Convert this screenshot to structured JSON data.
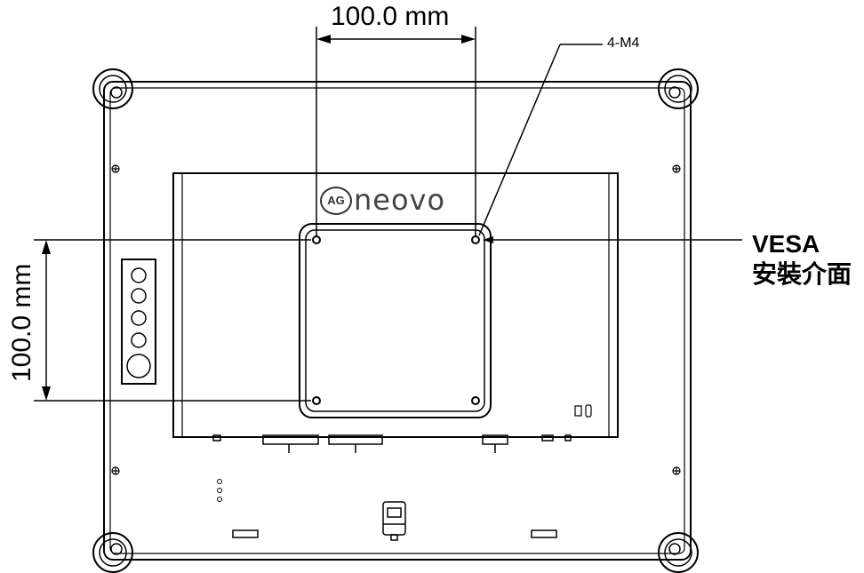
{
  "dimensions": {
    "horizontal": "100.0 mm",
    "vertical": "100.0 mm"
  },
  "callouts": {
    "screw_spec": "4-M4",
    "vesa_line1": "VESA",
    "vesa_line2": "安裝介面"
  },
  "brand": {
    "badge": "AG",
    "name": "neovo"
  },
  "colors": {
    "line": "#000000",
    "background": "#ffffff"
  }
}
